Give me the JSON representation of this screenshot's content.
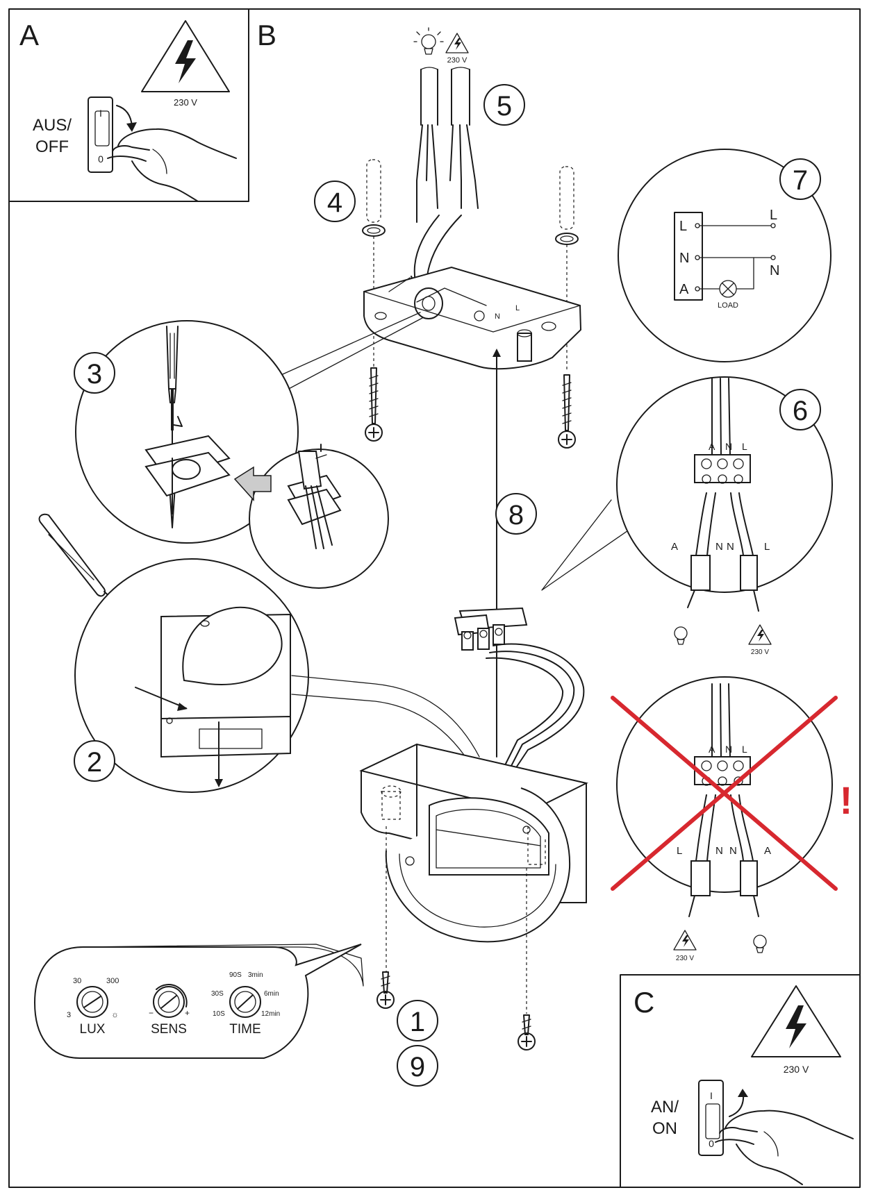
{
  "panels": {
    "A": {
      "letter": "A",
      "switch_label_line1": "AUS/",
      "switch_label_line2": "OFF",
      "voltage": "230 V",
      "switch_on_mark": "I",
      "switch_off_mark": "0"
    },
    "B": {
      "letter": "B"
    },
    "C": {
      "letter": "C",
      "switch_label_line1": "AN/",
      "switch_label_line2": "ON",
      "voltage": "230 V",
      "switch_on_mark": "I",
      "switch_off_mark": "0"
    }
  },
  "steps": {
    "s1": "1",
    "s2": "2",
    "s3": "3",
    "s4": "4",
    "s5": "5",
    "s6": "6",
    "s7": "7",
    "s8": "8",
    "s9": "9"
  },
  "cable_icons": {
    "voltage": "230 V"
  },
  "wiring_diagram": {
    "terminal_L": "L",
    "terminal_N": "N",
    "terminal_A": "A",
    "line_L": "L",
    "line_N": "N",
    "load_label": "LOAD"
  },
  "connection_correct": {
    "terminal_labels": [
      "A",
      "N",
      "L"
    ],
    "wire_labels": [
      "A",
      "N",
      "N",
      "L"
    ],
    "voltage": "230 V"
  },
  "connection_wrong": {
    "terminal_labels": [
      "A",
      "N",
      "L"
    ],
    "wire_labels": [
      "L",
      "N",
      "N",
      "A"
    ],
    "voltage": "230 V",
    "warning_mark": "!",
    "cross_color": "#d7282f"
  },
  "box_labels": {
    "L": "L",
    "N": "N"
  },
  "knobs": {
    "lux": {
      "label": "LUX",
      "t1": "30",
      "t2": "300",
      "t3": "3",
      "t4": "☼"
    },
    "sens": {
      "label": "SENS",
      "minus": "−",
      "plus": "+"
    },
    "time": {
      "label": "TIME",
      "t1": "90S",
      "t2": "3min",
      "t3": "30S",
      "t4": "6min",
      "t5": "10S",
      "t6": "12min"
    }
  }
}
